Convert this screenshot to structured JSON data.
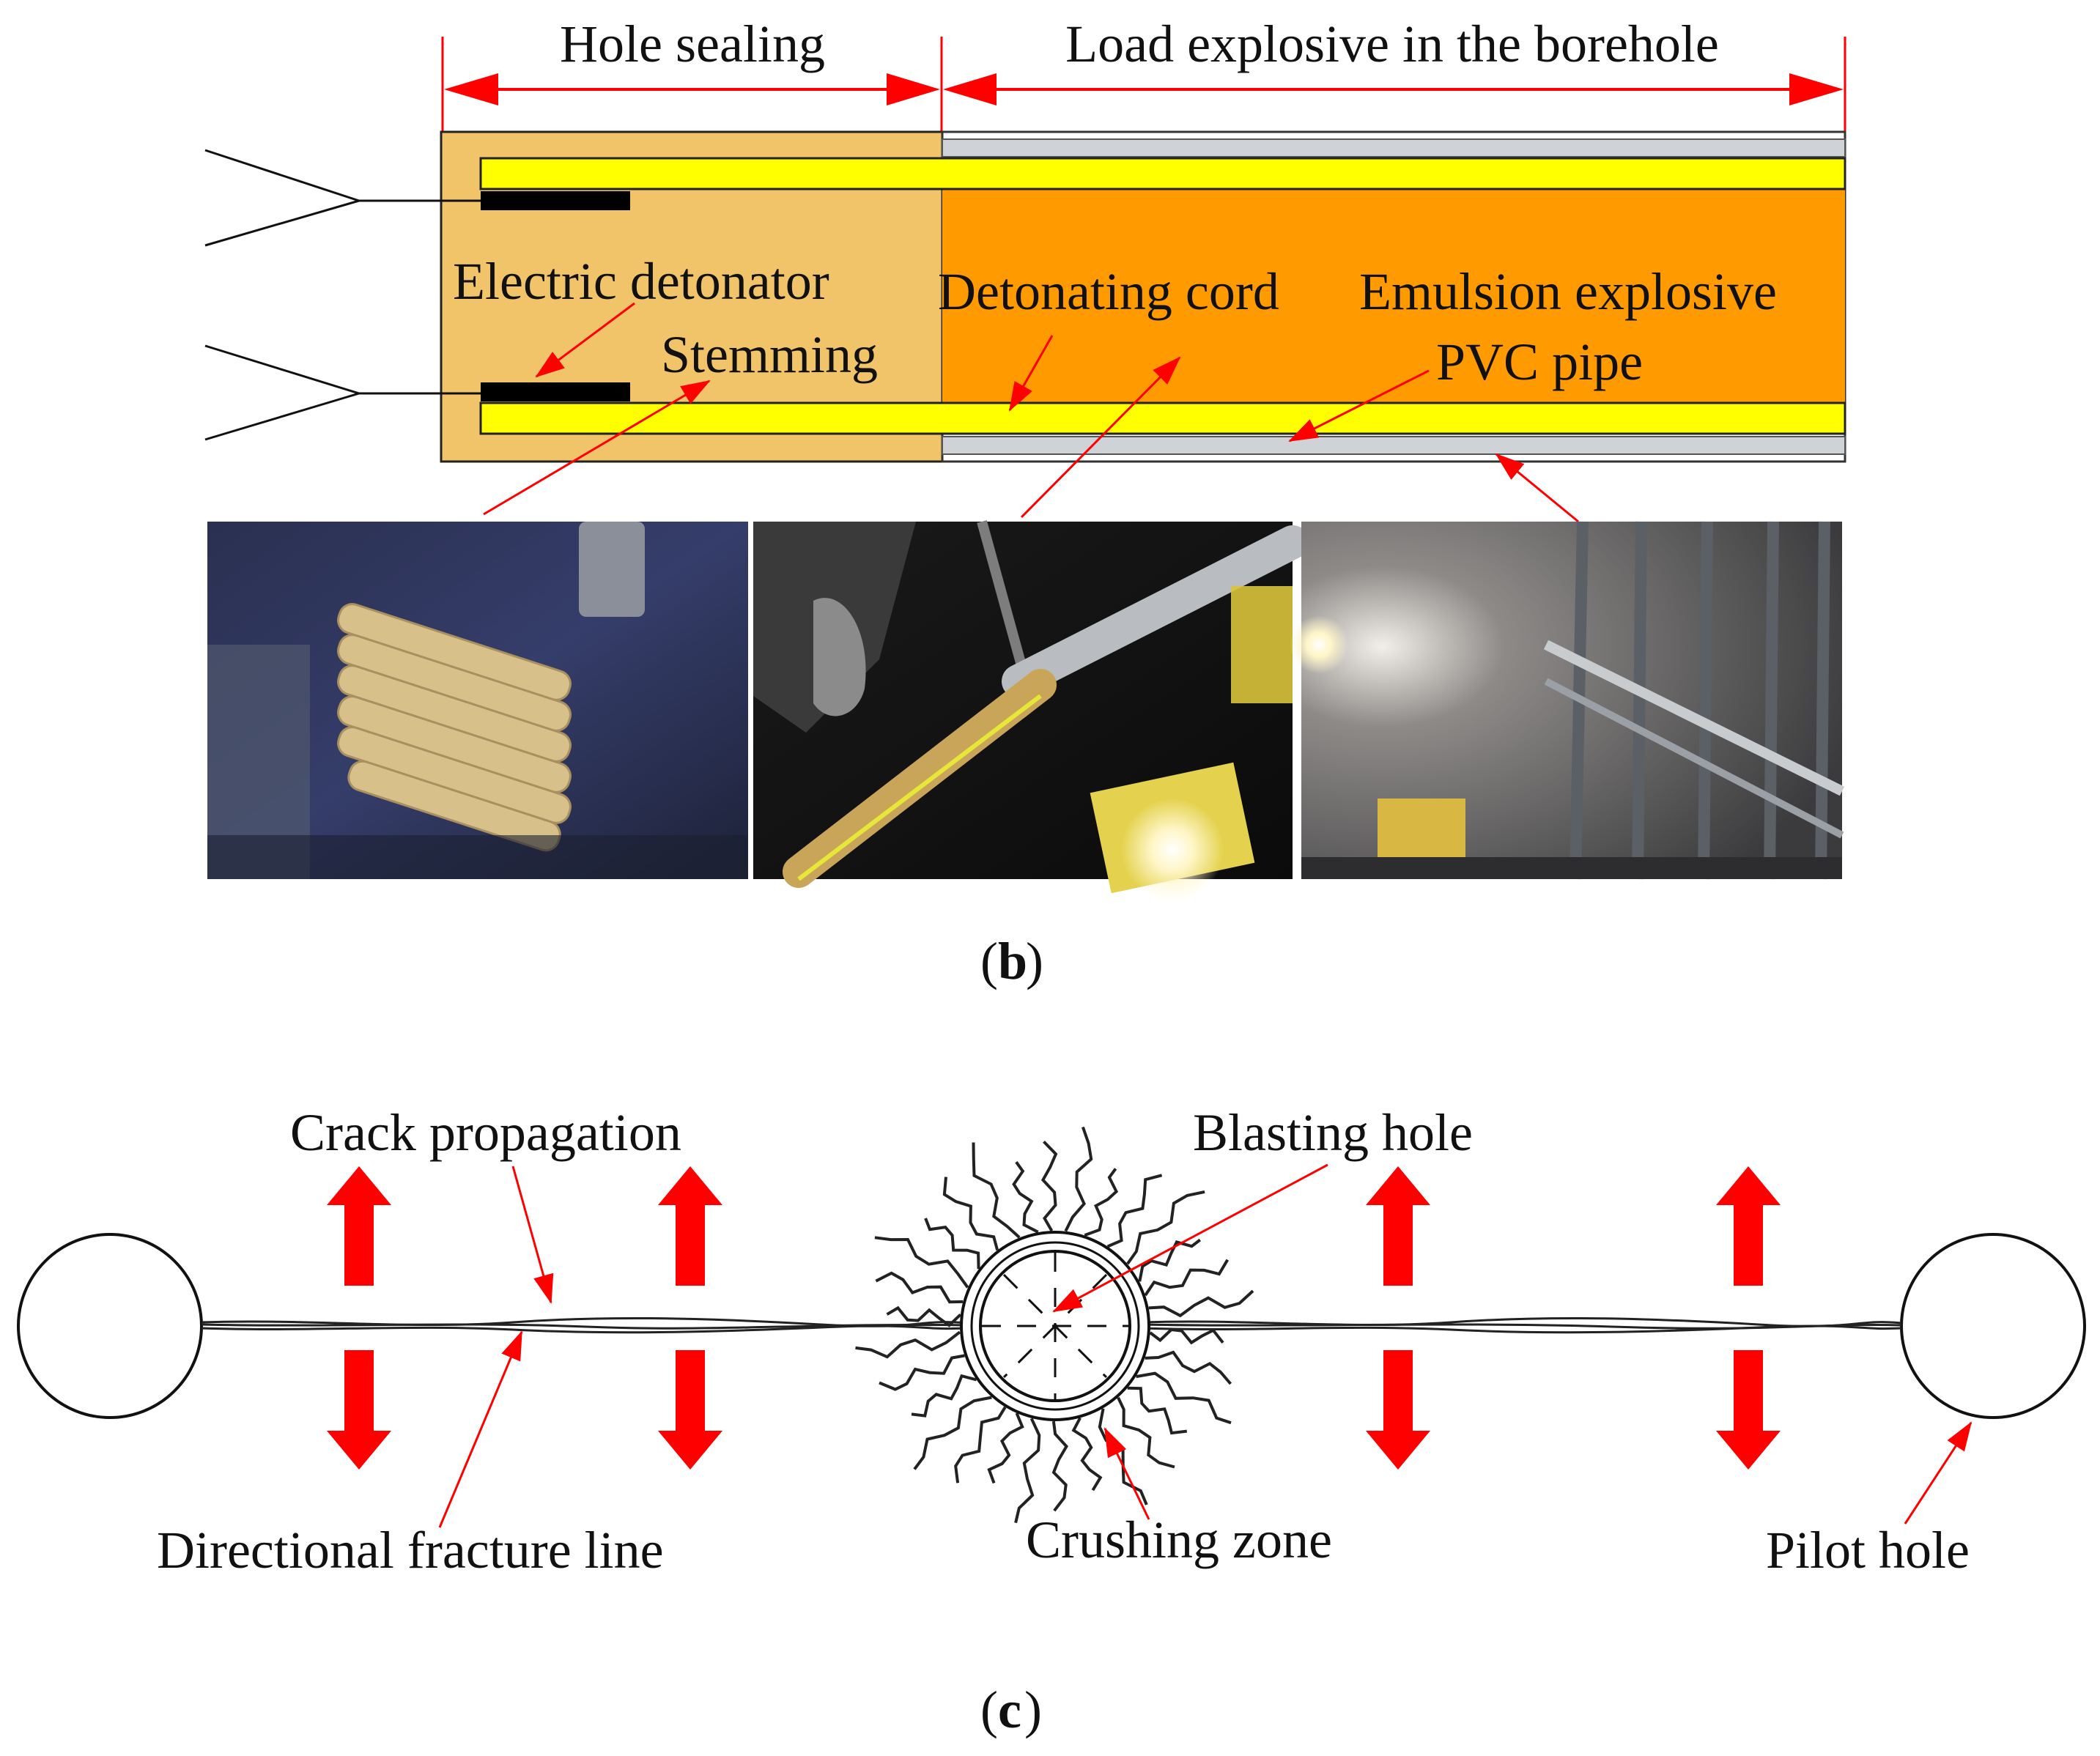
{
  "panel_b": {
    "dim_hole_sealing": "Hole sealing",
    "dim_load_explosive": "Load explosive in the borehole",
    "electric_detonator": "Electric detonator",
    "stemming": "Stemming",
    "detonating_cord": "Detonating cord",
    "emulsion_explosive": "Emulsion explosive",
    "pvc_pipe": "PVC pipe",
    "caption_open": "(",
    "caption_letter": "b",
    "caption_close": ")",
    "photos": [
      "stemming-photo",
      "detonating-cord-photo",
      "pvc-pipe-photo"
    ]
  },
  "panel_c": {
    "crack_propagation": "Crack propagation",
    "blasting_hole": "Blasting hole",
    "directional_fracture_line": "Directional fracture line",
    "crushing_zone": "Crushing zone",
    "pilot_hole": "Pilot hole",
    "caption_open": "(",
    "caption_letter": "c",
    "caption_close": ")"
  },
  "colors": {
    "stemming": "#F2C46A",
    "explosive": "#FF9A00",
    "cord": "#FFFF00",
    "arrow_red": "#FF0000",
    "line": "#111111"
  }
}
